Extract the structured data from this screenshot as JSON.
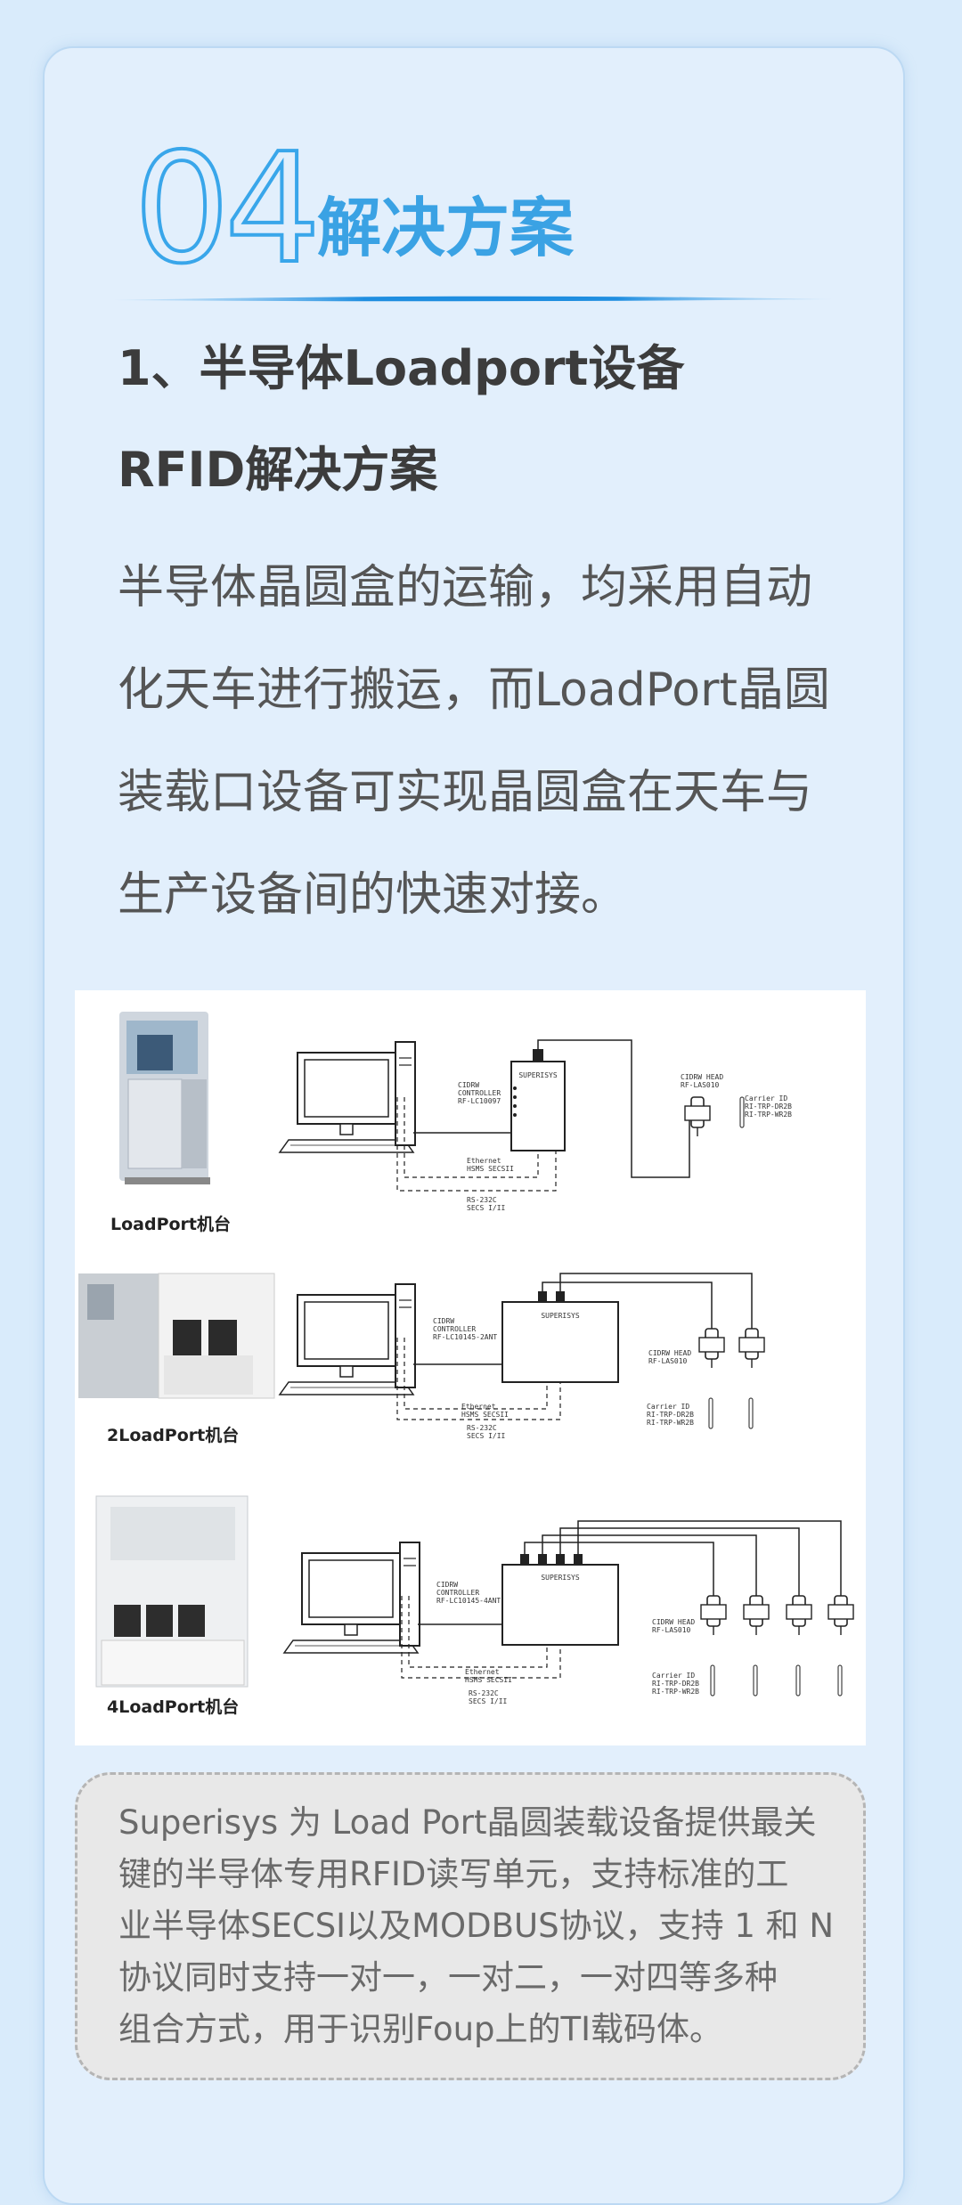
{
  "section": {
    "number": "04",
    "title": "解决方案"
  },
  "heading": {
    "line1": "1、半导体Loadport设备",
    "line2": "RFID解决方案"
  },
  "paragraph": {
    "line1": "半导体晶圆盒的运输，均采用自动",
    "line2": "化天车进行搬运，而LoadPort晶圆",
    "line3": "装载口设备可实现晶圆盒在天车与",
    "line4": "生产设备间的快速对接。"
  },
  "diagram": {
    "rows": [
      {
        "machine_label": "LoadPort机台",
        "controller": [
          "CIDRW",
          "CONTROLLER",
          "RF-LC10097"
        ],
        "link": [
          "Ethernet",
          "HSMS SECSII"
        ],
        "serial": [
          "RS-232C",
          "SECS I/II"
        ],
        "head": [
          "CIDRW HEAD",
          "RF-LAS010"
        ],
        "carrier": [
          "Carrier ID",
          "RI-TRP-DR2B",
          "RI-TRP-WR2B"
        ]
      },
      {
        "machine_label": "2LoadPort机台",
        "controller": [
          "CIDRW",
          "CONTROLLER",
          "RF-LC10145-2ANT"
        ],
        "link": [
          "Ethernet",
          "HSMS SECSII"
        ],
        "serial": [
          "RS-232C",
          "SECS I/II"
        ],
        "head": [
          "CIDRW HEAD",
          "RF-LAS010"
        ],
        "carrier": [
          "Carrier ID",
          "RI-TRP-DR2B",
          "RI-TRP-WR2B"
        ]
      },
      {
        "machine_label": "4LoadPort机台",
        "controller": [
          "CIDRW",
          "CONTROLLER",
          "RF-LC10145-4ANT"
        ],
        "link": [
          "Ethernet",
          "HSMS SECSII"
        ],
        "serial": [
          "RS-232C",
          "SECS I/II"
        ],
        "head": [
          "CIDRW HEAD",
          "RF-LAS010"
        ],
        "carrier": [
          "Carrier ID",
          "RI-TRP-DR2B",
          "RI-TRP-WR2B"
        ]
      }
    ],
    "brand": "SUPERISYS"
  },
  "note": {
    "line1": "Superisys 为 Load Port晶圆装载设备提供最关",
    "line2": "键的半导体专用RFID读写单元，支持标准的工",
    "line3": "业半导体SECSI以及MODBUS协议，支持 1 和 N",
    "line4": "协议同时支持一对一，一对二，一对四等多种",
    "line5": "组合方式，用于识别Foup上的TI载码体。"
  },
  "colors": {
    "accent": "#3aa2e4",
    "background": "#d9ebfb",
    "card": "#e2effc",
    "note_bg": "#e8e8e8"
  }
}
